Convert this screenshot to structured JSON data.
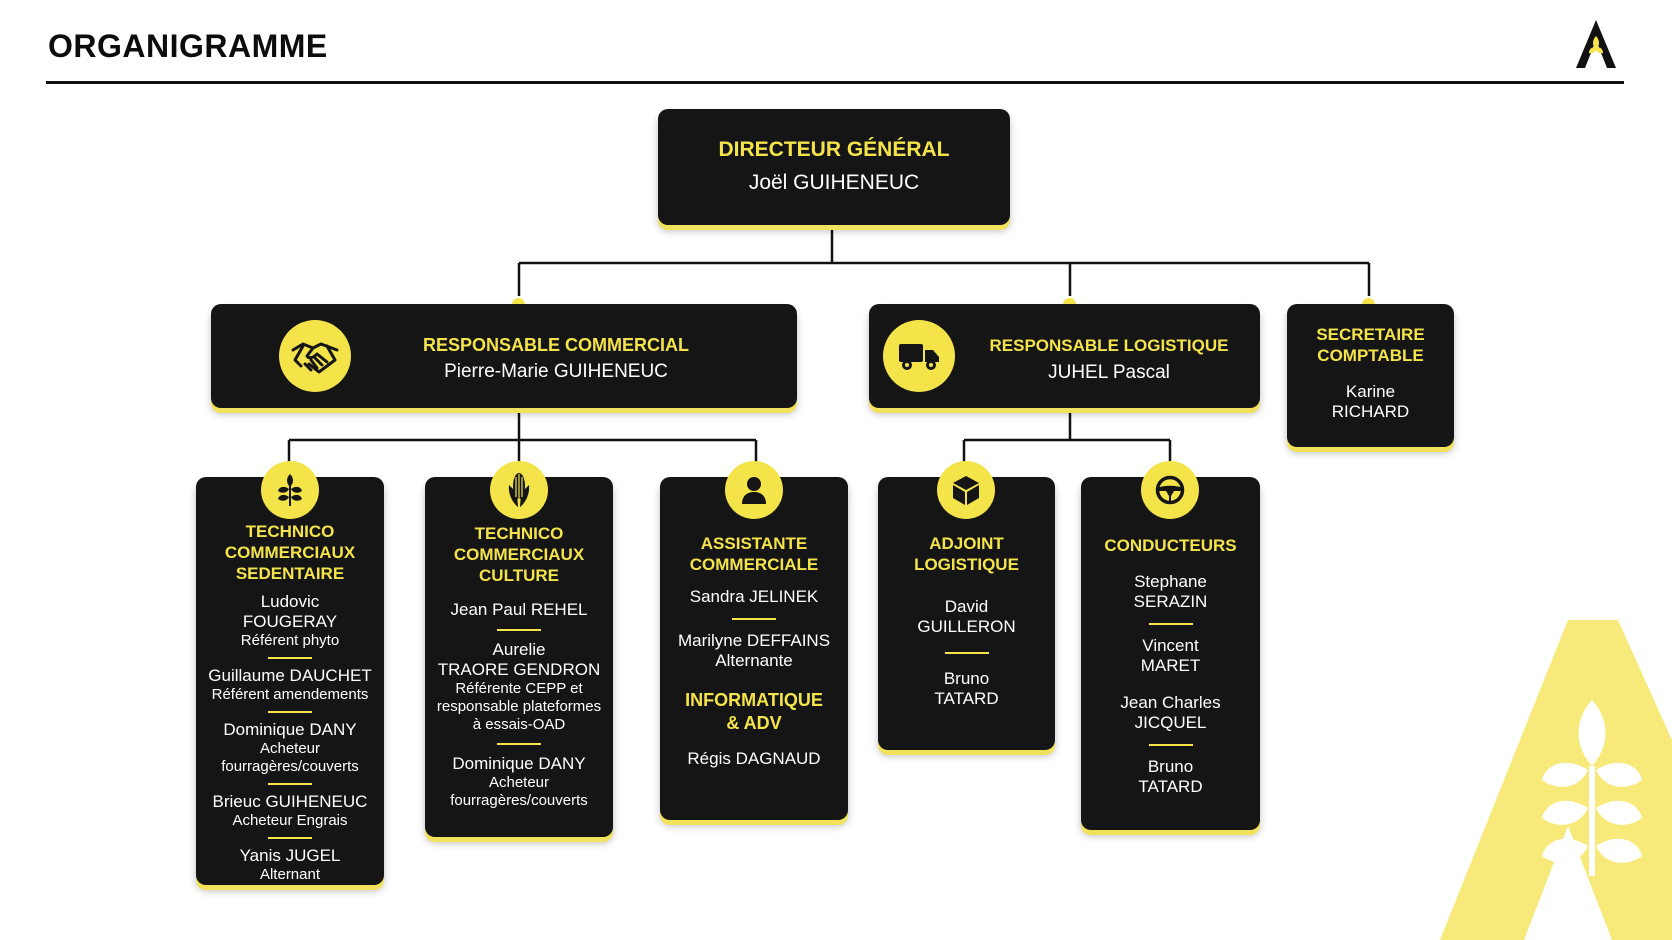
{
  "header": {
    "title": "ORGANIGRAMME"
  },
  "colors": {
    "accent": "#f4e44a",
    "card": "#151515",
    "line": "#111111"
  },
  "director": {
    "role": "DIRECTEUR GÉNÉRAL",
    "name": "Joël GUIHENEUC"
  },
  "commercial": {
    "role": "RESPONSABLE COMMERCIAL",
    "name": "Pierre-Marie GUIHENEUC",
    "icon": "handshake-icon"
  },
  "logistique": {
    "role": "RESPONSABLE LOGISTIQUE",
    "name": "JUHEL Pascal",
    "icon": "truck-icon"
  },
  "secretaire": {
    "role_line1": "SECRETAIRE",
    "role_line2": "COMPTABLE",
    "name_line1": "Karine",
    "name_line2": "RICHARD"
  },
  "sedentaire": {
    "icon": "wheat-icon",
    "role": [
      "TECHNICO",
      "COMMERCIAUX",
      "SEDENTAIRE"
    ],
    "people": [
      {
        "name": [
          "Ludovic",
          "FOUGERAY"
        ],
        "detail": [
          "Référent phyto"
        ]
      },
      {
        "name": [
          "Guillaume DAUCHET"
        ],
        "detail": [
          "Référent amendements"
        ]
      },
      {
        "name": [
          "Dominique DANY"
        ],
        "detail": [
          "Acheteur",
          "fourragères/couverts"
        ]
      },
      {
        "name": [
          "Brieuc GUIHENEUC"
        ],
        "detail": [
          "Acheteur Engrais"
        ]
      },
      {
        "name": [
          "Yanis JUGEL"
        ],
        "detail": [
          "Alternant"
        ]
      }
    ]
  },
  "culture": {
    "icon": "corn-icon",
    "role": [
      "TECHNICO",
      "COMMERCIAUX",
      "CULTURE"
    ],
    "people": [
      {
        "name": [
          "Jean Paul REHEL"
        ],
        "detail": []
      },
      {
        "name": [
          "Aurelie",
          "TRAORE GENDRON"
        ],
        "detail": [
          "Référente CEPP et",
          "responsable plateformes",
          "à essais-OAD"
        ]
      },
      {
        "name": [
          "Dominique DANY"
        ],
        "detail": [
          "Acheteur",
          "fourragères/couverts"
        ]
      }
    ]
  },
  "assistante": {
    "icon": "person-icon",
    "role": [
      "ASSISTANTE",
      "COMMERCIALE"
    ],
    "people": [
      {
        "name": [
          "Sandra JELINEK"
        ],
        "detail": []
      },
      {
        "name": [
          "Marilyne DEFFAINS"
        ],
        "detail": [
          "Alternante"
        ]
      }
    ],
    "role2": [
      "INFORMATIQUE",
      "& ADV"
    ],
    "person2": "Régis DAGNAUD"
  },
  "adjoint": {
    "icon": "box-icon",
    "role": [
      "ADJOINT",
      "LOGISTIQUE"
    ],
    "people": [
      {
        "name": [
          "David",
          "GUILLERON"
        ]
      },
      {
        "name": [
          "Bruno",
          "TATARD"
        ]
      }
    ]
  },
  "conducteurs": {
    "icon": "steering-wheel-icon",
    "role": [
      "CONDUCTEURS"
    ],
    "people": [
      {
        "name": [
          "Stephane",
          "SERAZIN"
        ]
      },
      {
        "name": [
          "Vincent",
          "MARET"
        ]
      },
      {
        "name": [
          "Jean Charles",
          "JICQUEL"
        ]
      },
      {
        "name": [
          "Bruno",
          "TATARD"
        ]
      }
    ]
  }
}
